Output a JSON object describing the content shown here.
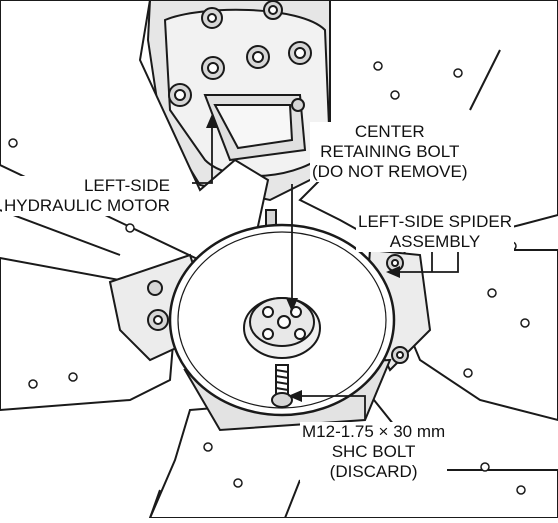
{
  "callouts": {
    "hydraulic_motor": {
      "line1": "LEFT-SIDE",
      "line2": "HYDRAULIC MOTOR"
    },
    "center_bolt": {
      "line1": "CENTER",
      "line2": "RETAINING BOLT",
      "line3": "(DO NOT REMOVE)"
    },
    "spider_assembly": {
      "line1": "LEFT-SIDE SPIDER",
      "line2": "ASSEMBLY"
    },
    "shc_bolt": {
      "line1": "M12-1.75 × 30 mm",
      "line2": "SHC BOLT",
      "line3": "(DISCARD)"
    }
  },
  "colors": {
    "line_art": "#1a1a1a",
    "fill": "#ffffff",
    "shading": "#e6e6e6"
  }
}
